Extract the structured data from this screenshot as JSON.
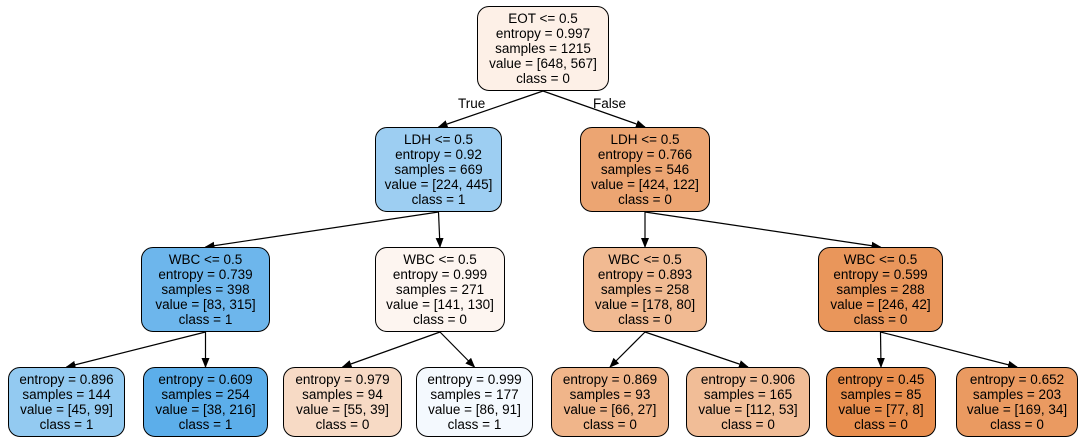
{
  "tree": {
    "nodes": [
      {
        "id": "n0",
        "split": "EOT <= 0.5",
        "entropy": "entropy = 0.997",
        "samples": "samples = 1215",
        "value": "value = [648, 567]",
        "class": "class = 0",
        "fill": "#fdf0e7"
      },
      {
        "id": "n1",
        "split": "LDH <= 0.5",
        "entropy": "entropy = 0.92",
        "samples": "samples = 669",
        "value": "value = [224, 445]",
        "class": "class = 1",
        "fill": "#9dcef2"
      },
      {
        "id": "n2",
        "split": "LDH <= 0.5",
        "entropy": "entropy = 0.766",
        "samples": "samples = 546",
        "value": "value = [424, 122]",
        "class": "class = 0",
        "fill": "#eca572"
      },
      {
        "id": "n3",
        "split": "WBC <= 0.5",
        "entropy": "entropy = 0.739",
        "samples": "samples = 398",
        "value": "value = [83, 315]",
        "class": "class = 1",
        "fill": "#6db6ec"
      },
      {
        "id": "n4",
        "split": "WBC <= 0.5",
        "entropy": "entropy = 0.999",
        "samples": "samples = 271",
        "value": "value = [141, 130]",
        "class": "class = 0",
        "fill": "#fdf5f0"
      },
      {
        "id": "n5",
        "split": "WBC <= 0.5",
        "entropy": "entropy = 0.893",
        "samples": "samples = 258",
        "value": "value = [178, 80]",
        "class": "class = 0",
        "fill": "#f1ba92"
      },
      {
        "id": "n6",
        "split": "WBC <= 0.5",
        "entropy": "entropy = 0.599",
        "samples": "samples = 288",
        "value": "value = [246, 42]",
        "class": "class = 0",
        "fill": "#e9965b"
      },
      {
        "id": "n7",
        "split": "",
        "entropy": "entropy = 0.896",
        "samples": "samples = 144",
        "value": "value = [45, 99]",
        "class": "class = 1",
        "fill": "#93caf1"
      },
      {
        "id": "n8",
        "split": "",
        "entropy": "entropy = 0.609",
        "samples": "samples = 254",
        "value": "value = [38, 216]",
        "class": "class = 1",
        "fill": "#5caeea"
      },
      {
        "id": "n9",
        "split": "",
        "entropy": "entropy = 0.979",
        "samples": "samples = 94",
        "value": "value = [55, 39]",
        "class": "class = 0",
        "fill": "#f7dac5"
      },
      {
        "id": "n10",
        "split": "",
        "entropy": "entropy = 0.999",
        "samples": "samples = 177",
        "value": "value = [86, 91]",
        "class": "class = 1",
        "fill": "#f4f9fe"
      },
      {
        "id": "n11",
        "split": "",
        "entropy": "entropy = 0.869",
        "samples": "samples = 93",
        "value": "value = [66, 27]",
        "class": "class = 0",
        "fill": "#f0b58a"
      },
      {
        "id": "n12",
        "split": "",
        "entropy": "entropy = 0.906",
        "samples": "samples = 165",
        "value": "value = [112, 53]",
        "class": "class = 0",
        "fill": "#f1bd97"
      },
      {
        "id": "n13",
        "split": "",
        "entropy": "entropy = 0.45",
        "samples": "samples = 85",
        "value": "value = [77, 8]",
        "class": "class = 0",
        "fill": "#e88e4e"
      },
      {
        "id": "n14",
        "split": "",
        "entropy": "entropy = 0.652",
        "samples": "samples = 203",
        "value": "value = [169, 34]",
        "class": "class = 0",
        "fill": "#ea9a61"
      }
    ],
    "edges": [
      {
        "from": "n0",
        "to": "n1",
        "label": "True"
      },
      {
        "from": "n0",
        "to": "n2",
        "label": "False"
      },
      {
        "from": "n1",
        "to": "n3",
        "label": ""
      },
      {
        "from": "n1",
        "to": "n4",
        "label": ""
      },
      {
        "from": "n2",
        "to": "n5",
        "label": ""
      },
      {
        "from": "n2",
        "to": "n6",
        "label": ""
      },
      {
        "from": "n3",
        "to": "n7",
        "label": ""
      },
      {
        "from": "n3",
        "to": "n8",
        "label": ""
      },
      {
        "from": "n4",
        "to": "n9",
        "label": ""
      },
      {
        "from": "n4",
        "to": "n10",
        "label": ""
      },
      {
        "from": "n5",
        "to": "n11",
        "label": ""
      },
      {
        "from": "n5",
        "to": "n12",
        "label": ""
      },
      {
        "from": "n6",
        "to": "n13",
        "label": ""
      },
      {
        "from": "n6",
        "to": "n14",
        "label": ""
      }
    ]
  }
}
